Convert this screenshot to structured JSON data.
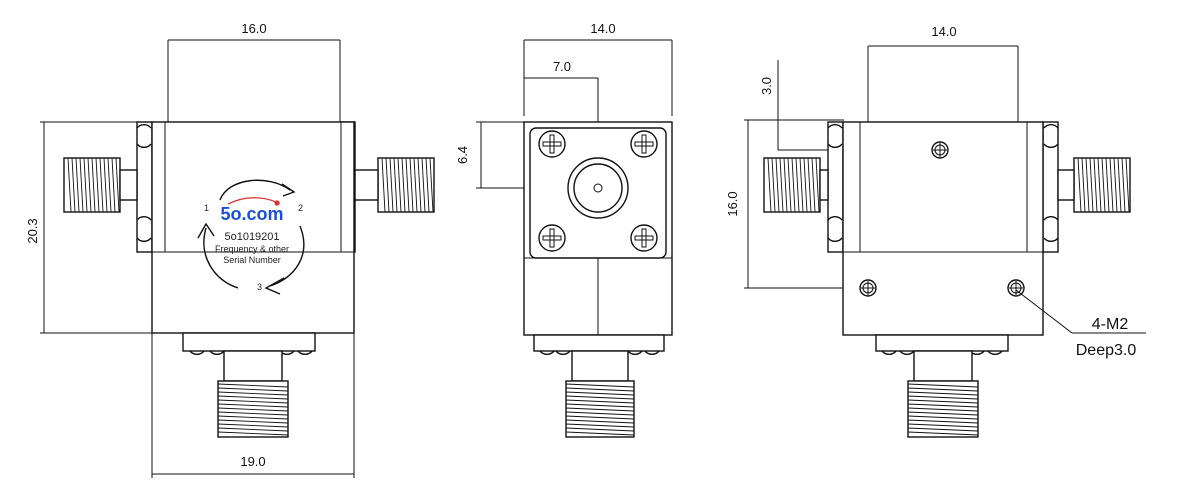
{
  "dimensions": {
    "front_top": "16.0",
    "front_left": "20.3",
    "front_bottom": "19.0",
    "side_top": "14.0",
    "side_half": "7.0",
    "side_left": "6.4",
    "back_top": "14.0",
    "back_small": "3.0",
    "back_left": "16.0"
  },
  "label": {
    "brand": "5o.com",
    "port1": "1",
    "port2": "2",
    "port3": "3",
    "part_number": "5o1019201",
    "line1": "Frequency & other",
    "line2": "Serial Number"
  },
  "callout": {
    "holes": "4-M2",
    "depth": "Deep3.0"
  },
  "colors": {
    "brand": "#1a4fd8",
    "dot": "#e0302a"
  }
}
